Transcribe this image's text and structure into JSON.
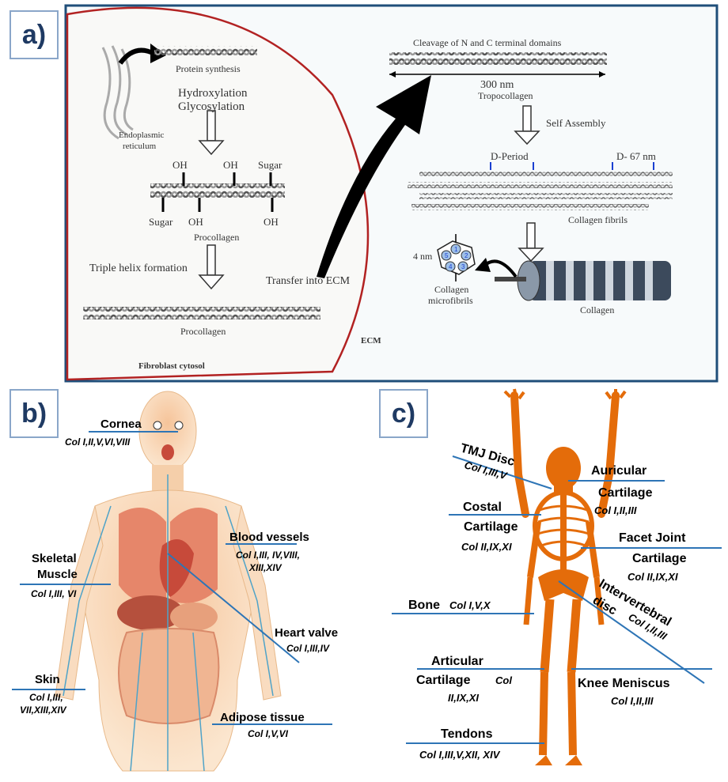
{
  "panels": {
    "a": "a)",
    "b": "b)",
    "c": "c)"
  },
  "panel_a": {
    "endoplasmic_1": "Endoplasmic",
    "endoplasmic_2": "reticulum",
    "protein_synthesis": "Protein synthesis",
    "hydroxylation": "Hydroxylation",
    "glycosylation": "Glycosylation",
    "oh": "OH",
    "sugar": "Sugar",
    "procollagen": "Procollagen",
    "triple_helix": "Triple helix formation",
    "procollagen_2": "Procollagen",
    "fibroblast": "Fibroblast cytosol",
    "transfer": "Transfer into ECM",
    "ecm": "ECM",
    "cleavage": "Cleavage of N and C terminal domains",
    "length": "300 nm",
    "tropocollagen": "Tropocollagen",
    "self_assembly": "Self Assembly",
    "d_period": "D-Period",
    "d_67": "D- 67 nm",
    "fibrils": "Collagen fibrils",
    "four_nm": "4 nm",
    "microfibrils_1": "Collagen",
    "microfibrils_2": "microfibrils",
    "collagen": "Collagen",
    "ring_numbers": [
      "1",
      "2",
      "3",
      "4",
      "5"
    ]
  },
  "panel_b": {
    "cornea": "Cornea",
    "cornea_col": "Col I,II,V,VI,VIII",
    "blood": "Blood vessels",
    "blood_col_1": "Col I,III, IV,VIII,",
    "blood_col_2": "XIII,XIV",
    "skeletal_1": "Skeletal",
    "skeletal_2": "Muscle",
    "skeletal_col": "Col I,III, VI",
    "heart": "Heart valve",
    "heart_col": "Col I,III,IV",
    "skin": "Skin",
    "skin_col_1": "Col I,III,",
    "skin_col_2": "VII,XIII,XIV",
    "adipose": "Adipose tissue",
    "adipose_col": "Col I,V,VI"
  },
  "panel_c": {
    "tmj": "TMJ Disc",
    "tmj_col": "Col I,III,V",
    "auricular_1": "Auricular",
    "auricular_2": "Cartilage",
    "auricular_col": "Col I,II,III",
    "costal_1": "Costal",
    "costal_2": "Cartilage",
    "costal_col": "Col II,IX,XI",
    "facet_1": "Facet Joint",
    "facet_2": "Cartilage",
    "facet_col": "Col II,IX,XI",
    "interv_1": "Intervertebral",
    "interv_2": "disc",
    "interv_col": "Col I,II,III",
    "bone": "Bone",
    "bone_col": "Col I,V,X",
    "articular_1": "Articular",
    "articular_2": "Cartilage",
    "articular_col_a": "Col",
    "articular_col_b": "II,IX,XI",
    "knee": "Knee Meniscus",
    "knee_col": "Col I,II,III",
    "tendons": "Tendons",
    "tendons_col": "Col I,III,V,XII, XIV"
  },
  "colors": {
    "frame": "#1f4e79",
    "circle": "#b22222",
    "leader": "#2e75b6",
    "skeleton": "#e46c0a",
    "label_text": "#1f3a63"
  }
}
